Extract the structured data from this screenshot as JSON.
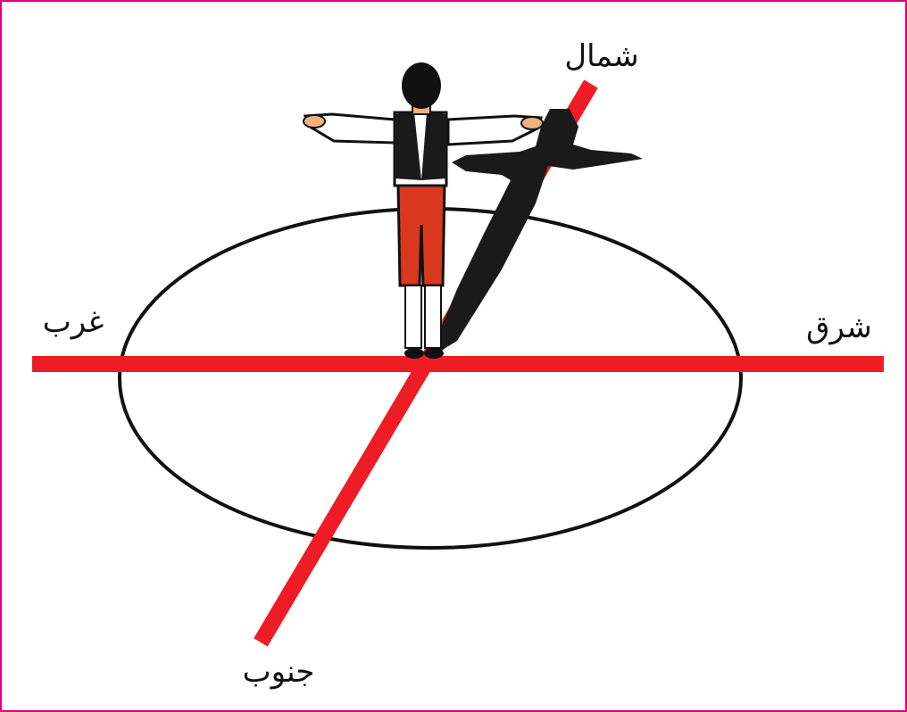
{
  "colors": {
    "frame_border": "#e0007a",
    "axis_line": "#ee1c25",
    "ellipse_stroke": "#111111",
    "shadow": "#1a1a1a",
    "shirt": "#ffffff",
    "vest": "#1a1a1a",
    "trousers": "#d9381e",
    "skin": "#f0b27a",
    "hair": "#111111"
  },
  "directions": {
    "north": "شمال",
    "south": "جنوب",
    "east": "شرق",
    "west": "غرب"
  },
  "figure": {
    "person": "standing-person-arms-outstretched",
    "shadow": "person-shadow-pointing-north-east"
  }
}
